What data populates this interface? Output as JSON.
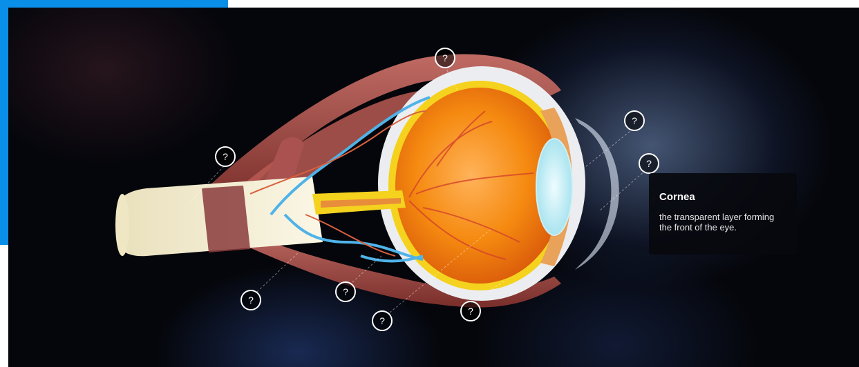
{
  "hotspots": [
    {
      "id": "top",
      "label": "?"
    },
    {
      "id": "optic-nerve",
      "label": "?"
    },
    {
      "id": "lens",
      "label": "?"
    },
    {
      "id": "cornea",
      "label": "?"
    },
    {
      "id": "dura",
      "label": "?"
    },
    {
      "id": "vessels",
      "label": "?"
    },
    {
      "id": "sclera",
      "label": "?"
    },
    {
      "id": "muscle",
      "label": "?"
    }
  ],
  "info_panel": {
    "title": "Cornea",
    "description": "the transparent layer forming the front of the eye."
  },
  "colors": {
    "accent": "#0a8fe8",
    "background": "#05060b"
  }
}
